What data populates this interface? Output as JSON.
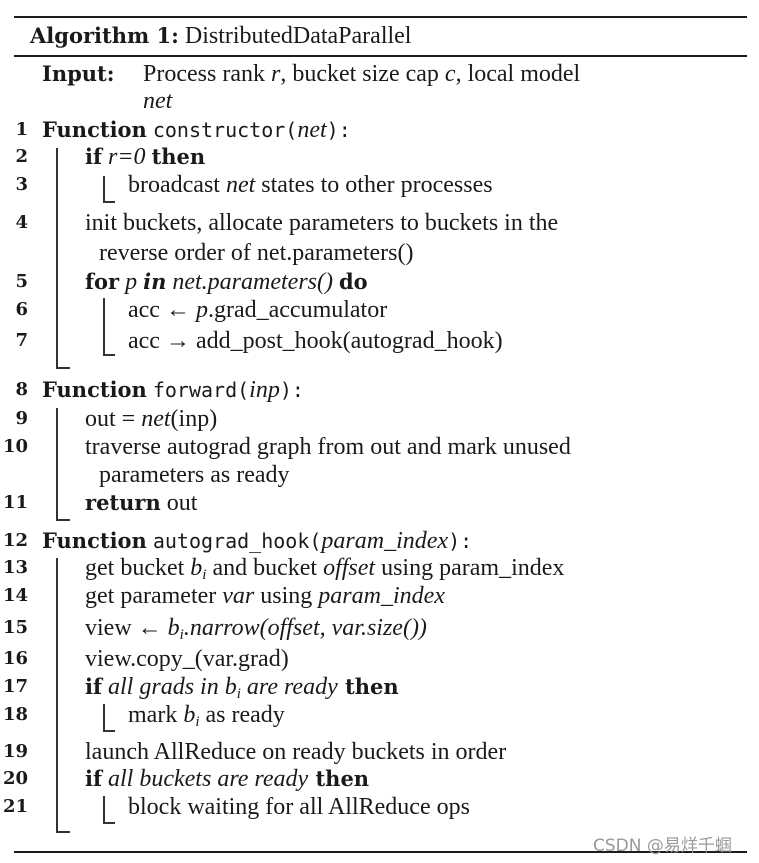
{
  "algorithm": {
    "label": "Algorithm 1:",
    "name": "DistributedDataParallel",
    "input_label": "Input:",
    "input_text": "Process rank r, bucket size cap c, local model",
    "input_parts": {
      "p1": "Process rank ",
      "r": "r",
      "p2": ", bucket size cap ",
      "c": "c",
      "p3": ", local model",
      "net": "net"
    }
  },
  "lines": [
    {
      "num": "1",
      "kw": "Function",
      "fn": "constructor",
      "lp": "(",
      "arg": "net",
      "rp": "):"
    },
    {
      "num": "2",
      "kw": "if",
      "cond": "r=0",
      "kw2": "then"
    },
    {
      "num": "3",
      "p1": "broadcast ",
      "it": "net",
      "p2": " states to other processes"
    },
    {
      "num": "4",
      "text": "init buckets, allocate parameters to buckets in the",
      "cont": "reverse order of net.parameters()"
    },
    {
      "num": "5",
      "kw": "for",
      "v": "p",
      "kwin": "in",
      "iter": "net.parameters()",
      "kw2": "do"
    },
    {
      "num": "6",
      "p1": "acc ← ",
      "it": "p",
      "p2": ".grad_accumulator"
    },
    {
      "num": "7",
      "text": "acc → add_post_hook(autograd_hook)"
    },
    {
      "num": "8",
      "kw": "Function",
      "fn": "forward",
      "lp": "(",
      "arg": "inp",
      "rp": "):"
    },
    {
      "num": "9",
      "p1": "out = ",
      "it": "net",
      "p2": "(inp)"
    },
    {
      "num": "10",
      "text": "traverse autograd graph from out and mark unused",
      "cont": "parameters as ready"
    },
    {
      "num": "11",
      "kw": "return",
      "text": " out"
    },
    {
      "num": "12",
      "kw": "Function",
      "fn": "autograd_hook",
      "lp": "(",
      "arg": "param_index",
      "rp": "):"
    },
    {
      "num": "13",
      "p1": "get bucket ",
      "b": "b",
      "sub": "i",
      "p2": " and bucket ",
      "it": "offset",
      "p3": " using param_index"
    },
    {
      "num": "14",
      "p1": "get parameter ",
      "it": "var",
      "p2": " using ",
      "it2": "param_index"
    },
    {
      "num": "15",
      "p1": "view ← ",
      "b": "b",
      "sub": "i",
      "it": ".narrow(offset, var.size())"
    },
    {
      "num": "16",
      "text": "view.copy_(var.grad)"
    },
    {
      "num": "17",
      "kw": "if",
      "it1": " all grads in ",
      "b": "b",
      "sub": "i",
      "it2": " are ready",
      "kw2": " then"
    },
    {
      "num": "18",
      "p1": "mark ",
      "b": "b",
      "sub": "i",
      "p2": " as ready"
    },
    {
      "num": "19",
      "text": "launch AllReduce on ready buckets in order"
    },
    {
      "num": "20",
      "kw": "if",
      "it": " all buckets are ready",
      "kw2": " then"
    },
    {
      "num": "21",
      "text": "block waiting for all AllReduce ops"
    }
  ],
  "watermark": "CSDN @易烊千蝈"
}
